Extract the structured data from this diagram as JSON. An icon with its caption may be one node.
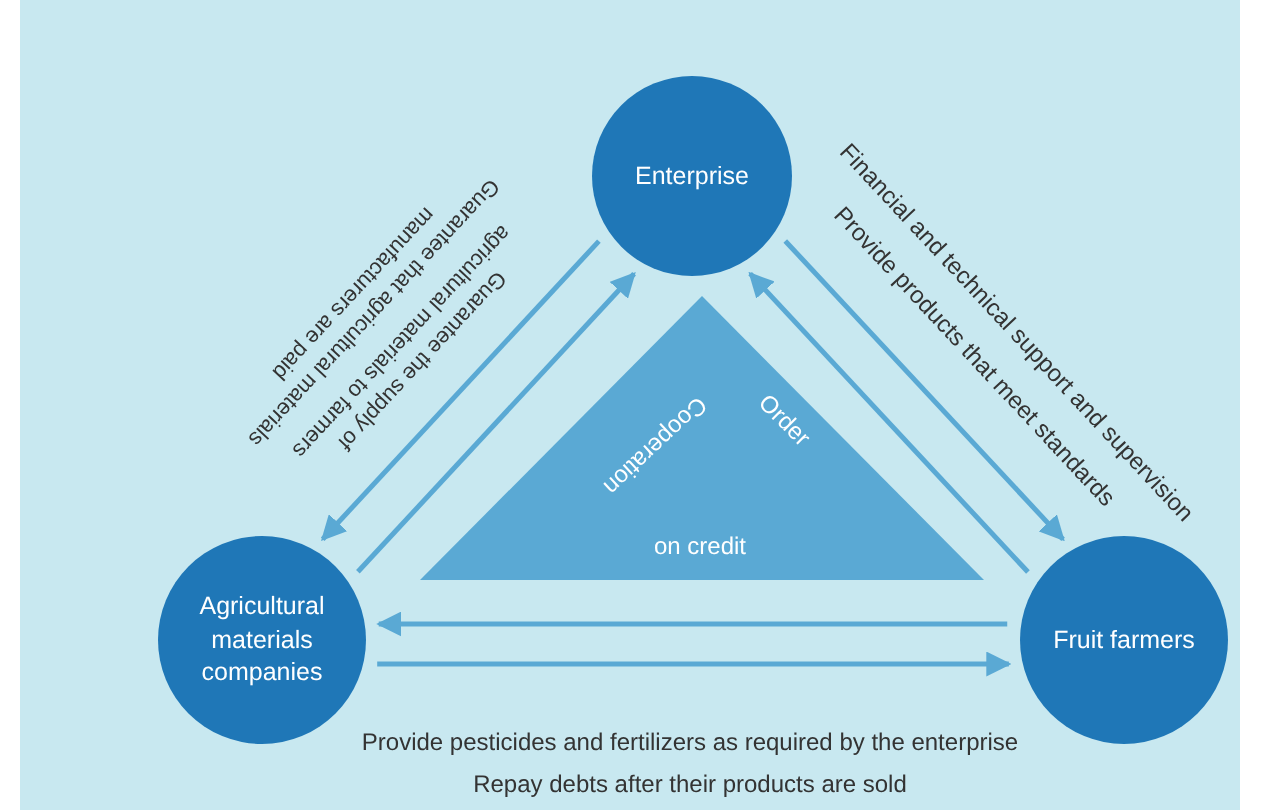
{
  "diagram": {
    "nodes": [
      {
        "text": [
          "Enterprise"
        ]
      },
      {
        "text": [
          "Agricultural materials companies"
        ]
      },
      {
        "text": [
          "Fruit farmers"
        ]
      },
      {
        "text": [
          "Cooperation",
          "Order",
          "on credit"
        ]
      }
    ],
    "edges": [
      {
        "from": 1,
        "to": 0,
        "arrow": "to",
        "label": "Guarantee that agricultural materials manufacturers are paid"
      },
      {
        "from": 0,
        "to": 1,
        "arrow": "to",
        "label": "Guarantee the supply of agricultural materials to farmers"
      },
      {
        "from": 0,
        "to": 2,
        "arrow": "to",
        "label": "Financial and technical support and supervision"
      },
      {
        "from": 2,
        "to": 0,
        "arrow": "to",
        "label": "Provide products that meet standards"
      },
      {
        "from": 2,
        "to": 1,
        "arrow": "to"
      },
      {
        "from": 1,
        "to": 2,
        "arrow": "to"
      }
    ],
    "labels": [
      "Provide pesticides and fertilizers as required by the enterprise",
      "Repay debts after their products are sold"
    ]
  }
}
